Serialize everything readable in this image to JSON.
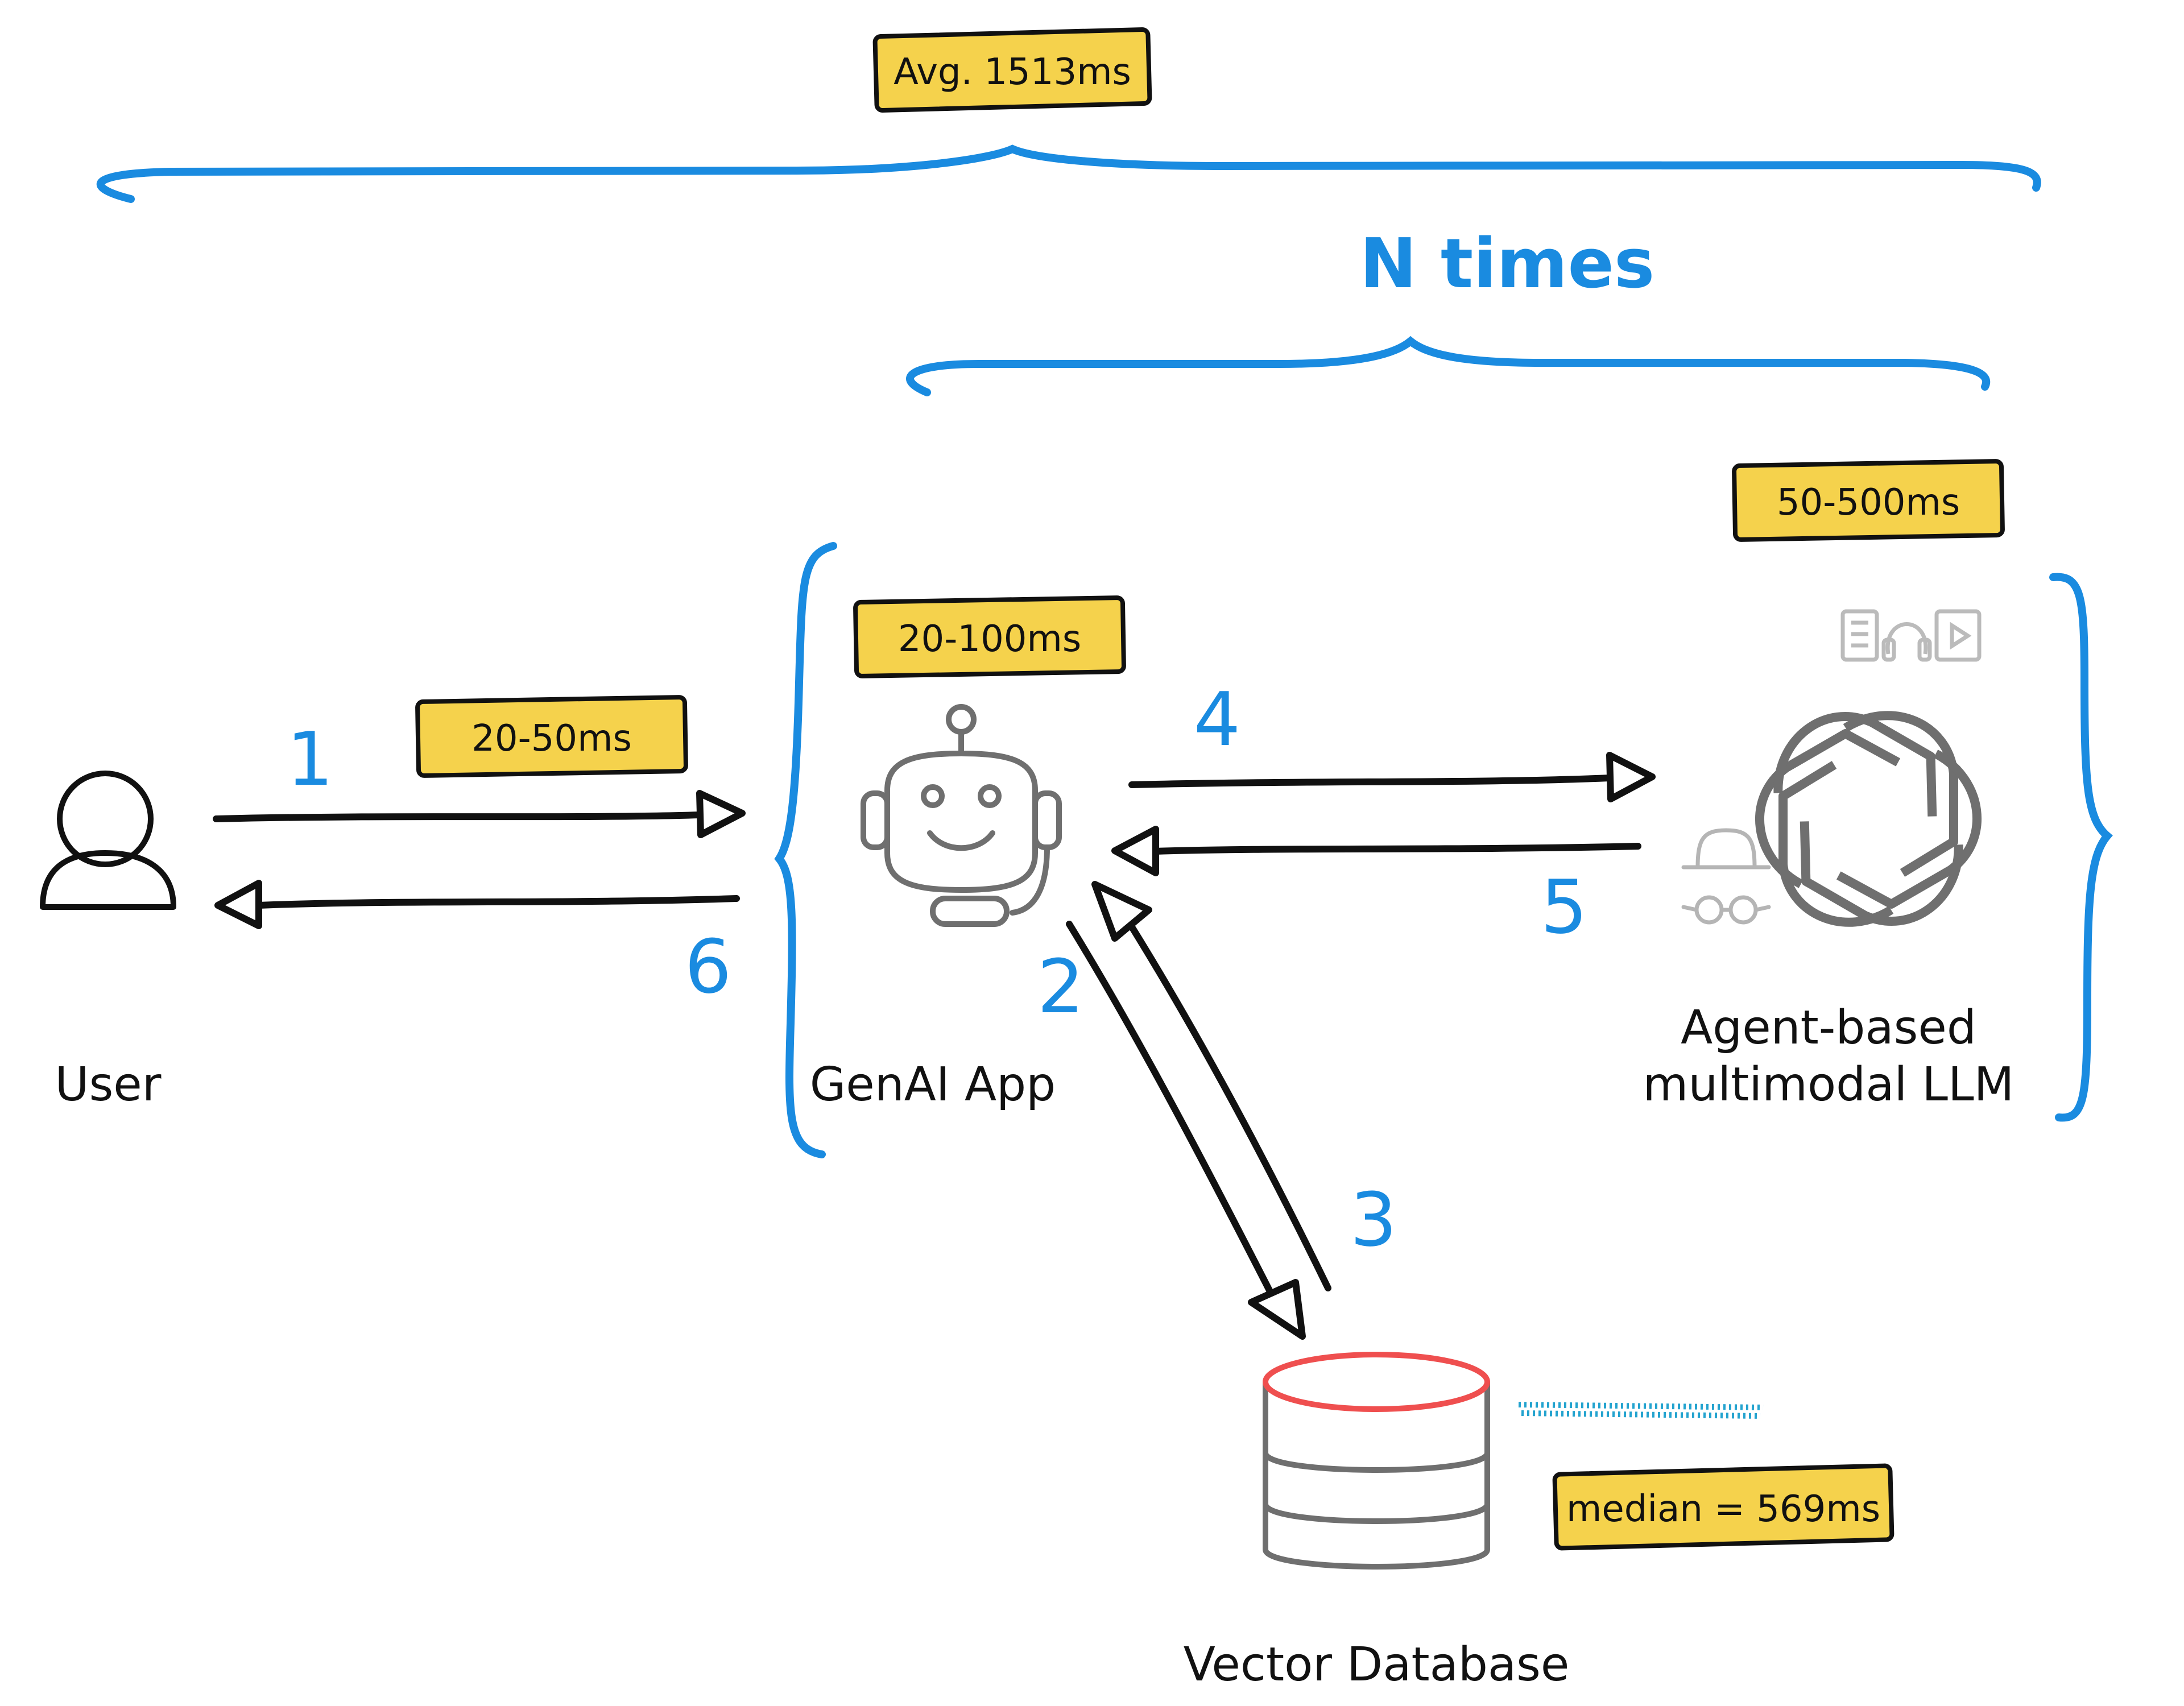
{
  "colors": {
    "brace": "#1a8be0",
    "tag_fill": "#f5d24c",
    "ink": "#111111",
    "icon_gray": "#6f6f6f",
    "db_top": "#ef4f4f",
    "db_dots": "#23a3cf"
  },
  "labels": {
    "user": "User",
    "genai_app": "GenAI App",
    "llm_line1": "Agent-based",
    "llm_line2": "multimodal LLM",
    "vector_db": "Vector Database",
    "n_times": "N times"
  },
  "tags": {
    "avg": "Avg. 1513ms",
    "llm": "50-500ms",
    "app": "20-100ms",
    "user_app": "20-50ms",
    "db": "median = 569ms"
  },
  "steps": {
    "s1": "1",
    "s2": "2",
    "s3": "3",
    "s4": "4",
    "s5": "5",
    "s6": "6"
  },
  "icons": {
    "user": "user-icon",
    "bot": "robot-headset-icon",
    "llm": "openai-logo-icon",
    "spy": "spy-hat-glasses-icon",
    "media": "media-types-icon",
    "db": "database-icon"
  }
}
